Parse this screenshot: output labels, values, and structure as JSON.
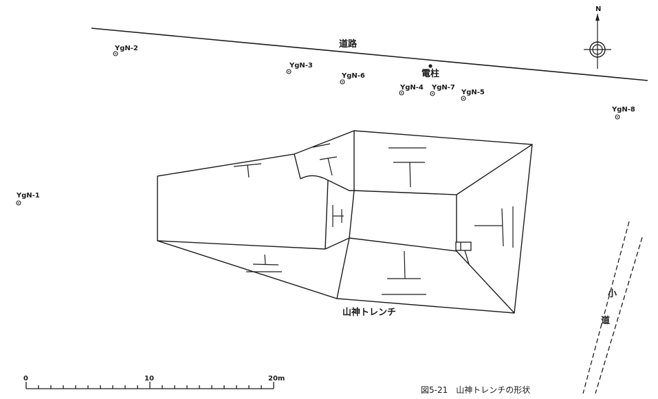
{
  "road": {
    "label": "道路"
  },
  "pole": {
    "label": "電柱"
  },
  "path": {
    "label_1": "小",
    "label_2": "道"
  },
  "trench": {
    "label": "山神トレンチ"
  },
  "points": [
    {
      "id": "YgN-1"
    },
    {
      "id": "YgN-2"
    },
    {
      "id": "YgN-3"
    },
    {
      "id": "YgN-4"
    },
    {
      "id": "YgN-5"
    },
    {
      "id": "YgN-6"
    },
    {
      "id": "YgN-7"
    },
    {
      "id": "YgN-8"
    }
  ],
  "north": {
    "label": "N"
  },
  "scale": {
    "ticks": [
      "0",
      "10",
      "20m"
    ]
  },
  "caption": "図5-21　山神トレンチの形状"
}
